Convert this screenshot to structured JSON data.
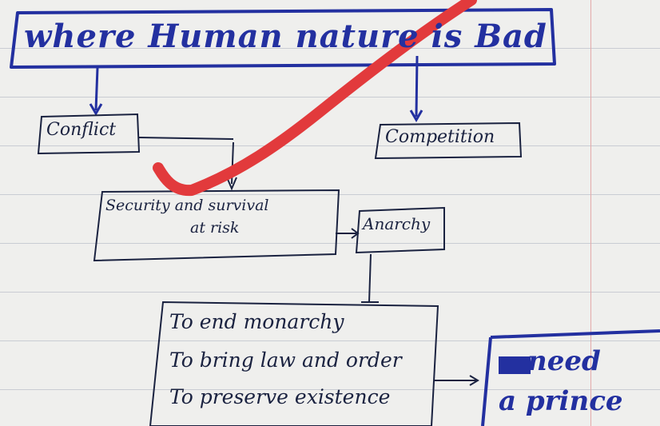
{
  "colors": {
    "ink": "#1a2240",
    "blue_ink": "#2330a0",
    "red_marker": "#e23a3c",
    "paper": "#efefed",
    "rule_line": "#c9ccd3"
  },
  "title": "where Human nature is Bad",
  "nodes": {
    "conflict": "Conflict",
    "competition": "Competition",
    "security_line1": "Security and survival",
    "security_line2": "at risk",
    "anarchy": "Anarchy",
    "goals": [
      "To end monarchy",
      "To bring law and order",
      "To preserve existence"
    ],
    "prince_line1": "need",
    "prince_line2": "a prince"
  }
}
